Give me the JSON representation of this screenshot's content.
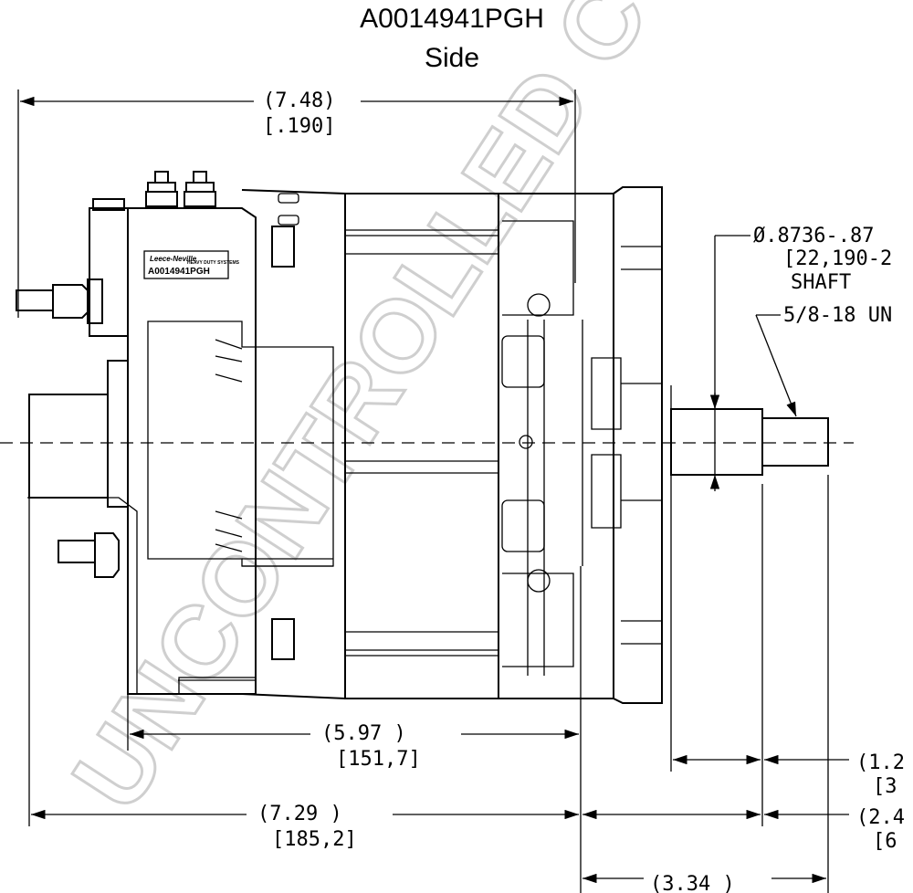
{
  "title": {
    "part_number": "A0014941PGH",
    "view": "Side"
  },
  "watermark": "UNCONTROLLED COPY",
  "nameplate": {
    "brand": "Leece-Neville",
    "subtitle": "HEAVY DUTY SYSTEMS",
    "part": "A0014941PGH"
  },
  "dimensions": {
    "overall_top": {
      "value": "(7.48)",
      "metric": "[.190]"
    },
    "body_length": {
      "value": "(5.97    )",
      "metric": "[151,7]"
    },
    "overall_bottom": {
      "value": "(7.29    )",
      "metric": "[185,2]"
    },
    "shaft_to_mount": {
      "value": "(3.34    )"
    },
    "shaft_diameter": {
      "value": "Ø.8736-.87",
      "metric": "[22,190-2",
      "label": "SHAFT"
    },
    "thread": {
      "value": "5/8-18 UN"
    },
    "shaft_len_1": {
      "value": "(1.2",
      "metric": "[3"
    },
    "shaft_len_2": {
      "value": "(2.4",
      "metric": "[6"
    }
  }
}
